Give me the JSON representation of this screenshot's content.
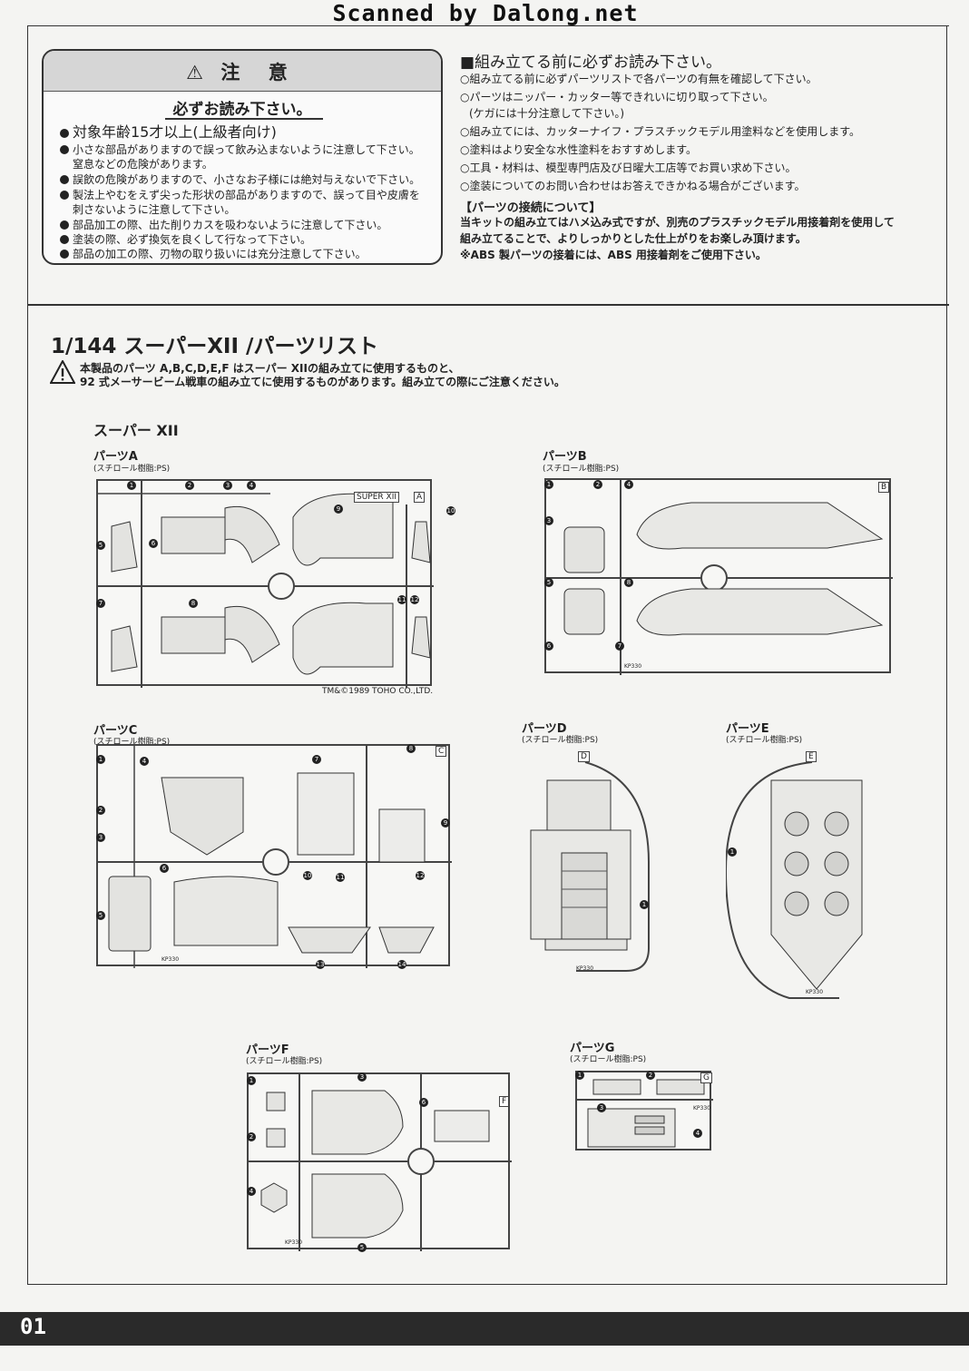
{
  "banner": "Scanned by Dalong.net",
  "caution": {
    "title": "注 意",
    "subtitle": "必ずお読み下さい。",
    "items": [
      "対象年齢15才以上(上級者向け)",
      "小さな部品がありますので誤って飲み込まないように注意して下さい。",
      "窒息などの危険があります。",
      "誤飲の危険がありますので、小さなお子様には絶対与えないで下さい。",
      "製法上やむをえず尖った形状の部品がありますので、誤って目や皮膚を",
      "刺さないように注意して下さい。",
      "部品加工の際、出た削りカスを吸わないように注意して下さい。",
      "塗装の際、必ず換気を良くして行なって下さい。",
      "部品の加工の際、刃物の取り扱いには充分注意して下さい。"
    ]
  },
  "prep": {
    "heading": "■組み立てる前に必ずお読み下さい。",
    "lines": [
      "○組み立てる前に必ずパーツリストで各パーツの有無を確認して下さい。",
      "○パーツはニッパー・カッター等できれいに切り取って下さい。",
      "(ケガには十分注意して下さい。)",
      "○組み立てには、カッターナイフ・プラスチックモデル用塗料などを使用します。",
      "○塗料はより安全な水性塗料をおすすめします。",
      "○工具・材料は、模型専門店及び日曜大工店等でお買い求め下さい。",
      "○塗装についてのお問い合わせはお答えできかねる場合がございます。"
    ],
    "connection_heading": "【パーツの接続について】",
    "connection_lines": [
      "当キットの組み立てはハメ込み式ですが、別売のプラスチックモデル用接着剤を使用して",
      "組み立てることで、よりしっかりとした仕上がりをお楽しみ頂けます。",
      "※ABS 製パーツの接着には、ABS 用接着剤をご使用下さい。"
    ]
  },
  "parts_list": {
    "title": "1/144 スーパーXII /パーツリスト",
    "note_1": "本製品のパーツ A,B,C,D,E,F はスーパー XIIの組み立てに使用するものと、",
    "note_2": "92 式メーサービーム戦車の組み立てに使用するものがあります。組み立ての際にご注意ください。",
    "section_heading": "スーパー XII",
    "material": "(スチロール樹脂:PS)",
    "sprue_code": "KP330",
    "copyright": "TM&©1989 TOHO CO.,LTD.",
    "sprue_a_tag": "SUPER XII",
    "runners": [
      {
        "label": "パーツA",
        "letter": "A",
        "numbers": [
          "1",
          "2",
          "3",
          "4",
          "5",
          "6",
          "7",
          "8",
          "9",
          "10",
          "11",
          "12"
        ]
      },
      {
        "label": "パーツB",
        "letter": "B",
        "numbers": [
          "1",
          "2",
          "3",
          "4",
          "5",
          "6",
          "7",
          "8"
        ]
      },
      {
        "label": "パーツC",
        "letter": "C",
        "numbers": [
          "1",
          "2",
          "3",
          "4",
          "5",
          "6",
          "7",
          "8",
          "9",
          "10",
          "11",
          "12",
          "13",
          "14"
        ]
      },
      {
        "label": "パーツD",
        "letter": "D",
        "numbers": [
          "1"
        ]
      },
      {
        "label": "パーツE",
        "letter": "E",
        "numbers": [
          "1"
        ]
      },
      {
        "label": "パーツF",
        "letter": "F",
        "numbers": [
          "1",
          "2",
          "3",
          "4",
          "5",
          "6"
        ]
      },
      {
        "label": "パーツG",
        "letter": "G",
        "numbers": [
          "1",
          "2",
          "3",
          "4"
        ]
      }
    ]
  },
  "footer": {
    "page_number": "01"
  },
  "colors": {
    "footer": "#2a2a2a",
    "caution_header": "#d6d6d6"
  }
}
